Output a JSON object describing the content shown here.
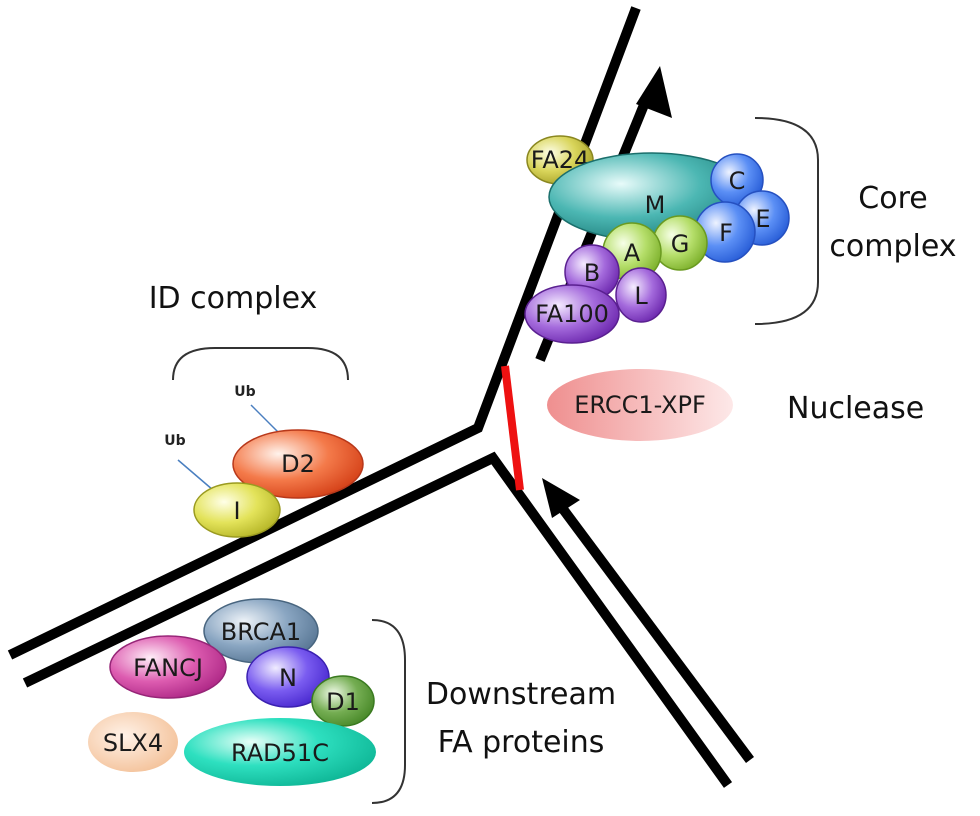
{
  "labels": {
    "core_complex_line1": "Core",
    "core_complex_line2": "complex",
    "id_complex": "ID complex",
    "nuclease": "Nuclease",
    "downstream_line1": "Downstream",
    "downstream_line2": "FA proteins"
  },
  "core_complex": {
    "M": "M",
    "FA24": "FA24",
    "C": "C",
    "F": "F",
    "E": "E",
    "A": "A",
    "G": "G",
    "B": "B",
    "L": "L",
    "FA100": "FA100"
  },
  "id_complex": {
    "D2": "D2",
    "I": "I",
    "ub_d2": "Ub",
    "ub_i": "Ub"
  },
  "nuclease": {
    "ERCC1_XPF": "ERCC1-XPF"
  },
  "downstream": {
    "BRCA1": "BRCA1",
    "FANCJ": "FANCJ",
    "N": "N",
    "D1": "D1",
    "SLX4": "SLX4",
    "RAD51C": "RAD51C"
  },
  "colors": {
    "core_M": "#2e9e9a",
    "core_blue": "#3c78f0",
    "core_green": "#9acd40",
    "core_purple": "#8a3fc8",
    "fa24": "#c8c43a",
    "d2": "#f05a2a",
    "i": "#d8d83a",
    "ercc1": "#f08a8a",
    "brca1": "#6f8faf",
    "fancj": "#d040a0",
    "n": "#5a3fe0",
    "d1": "#5a9a3a",
    "slx4": "#f5c29a",
    "rad51c": "#20d0b0",
    "crosslink": "#ee1111"
  }
}
